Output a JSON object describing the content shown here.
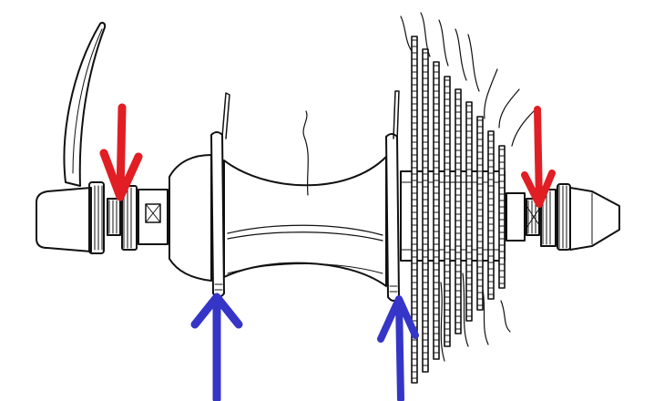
{
  "diagram": {
    "subject": "hub-with-cassette-exploded",
    "colors": {
      "line": "#111111",
      "paper": "#ffffff",
      "red_arrow": "#e01e24",
      "blue_arrow": "#3535c8"
    },
    "annotations": [
      {
        "kind": "arrow",
        "color_key": "red_arrow",
        "direction": "down",
        "target": "left-locknut"
      },
      {
        "kind": "arrow",
        "color_key": "red_arrow",
        "direction": "down",
        "target": "right-locknut"
      },
      {
        "kind": "arrow",
        "color_key": "blue_arrow",
        "direction": "up",
        "target": "left-flange"
      },
      {
        "kind": "arrow",
        "color_key": "blue_arrow",
        "direction": "up",
        "target": "right-flange"
      }
    ],
    "cogs": 9
  }
}
